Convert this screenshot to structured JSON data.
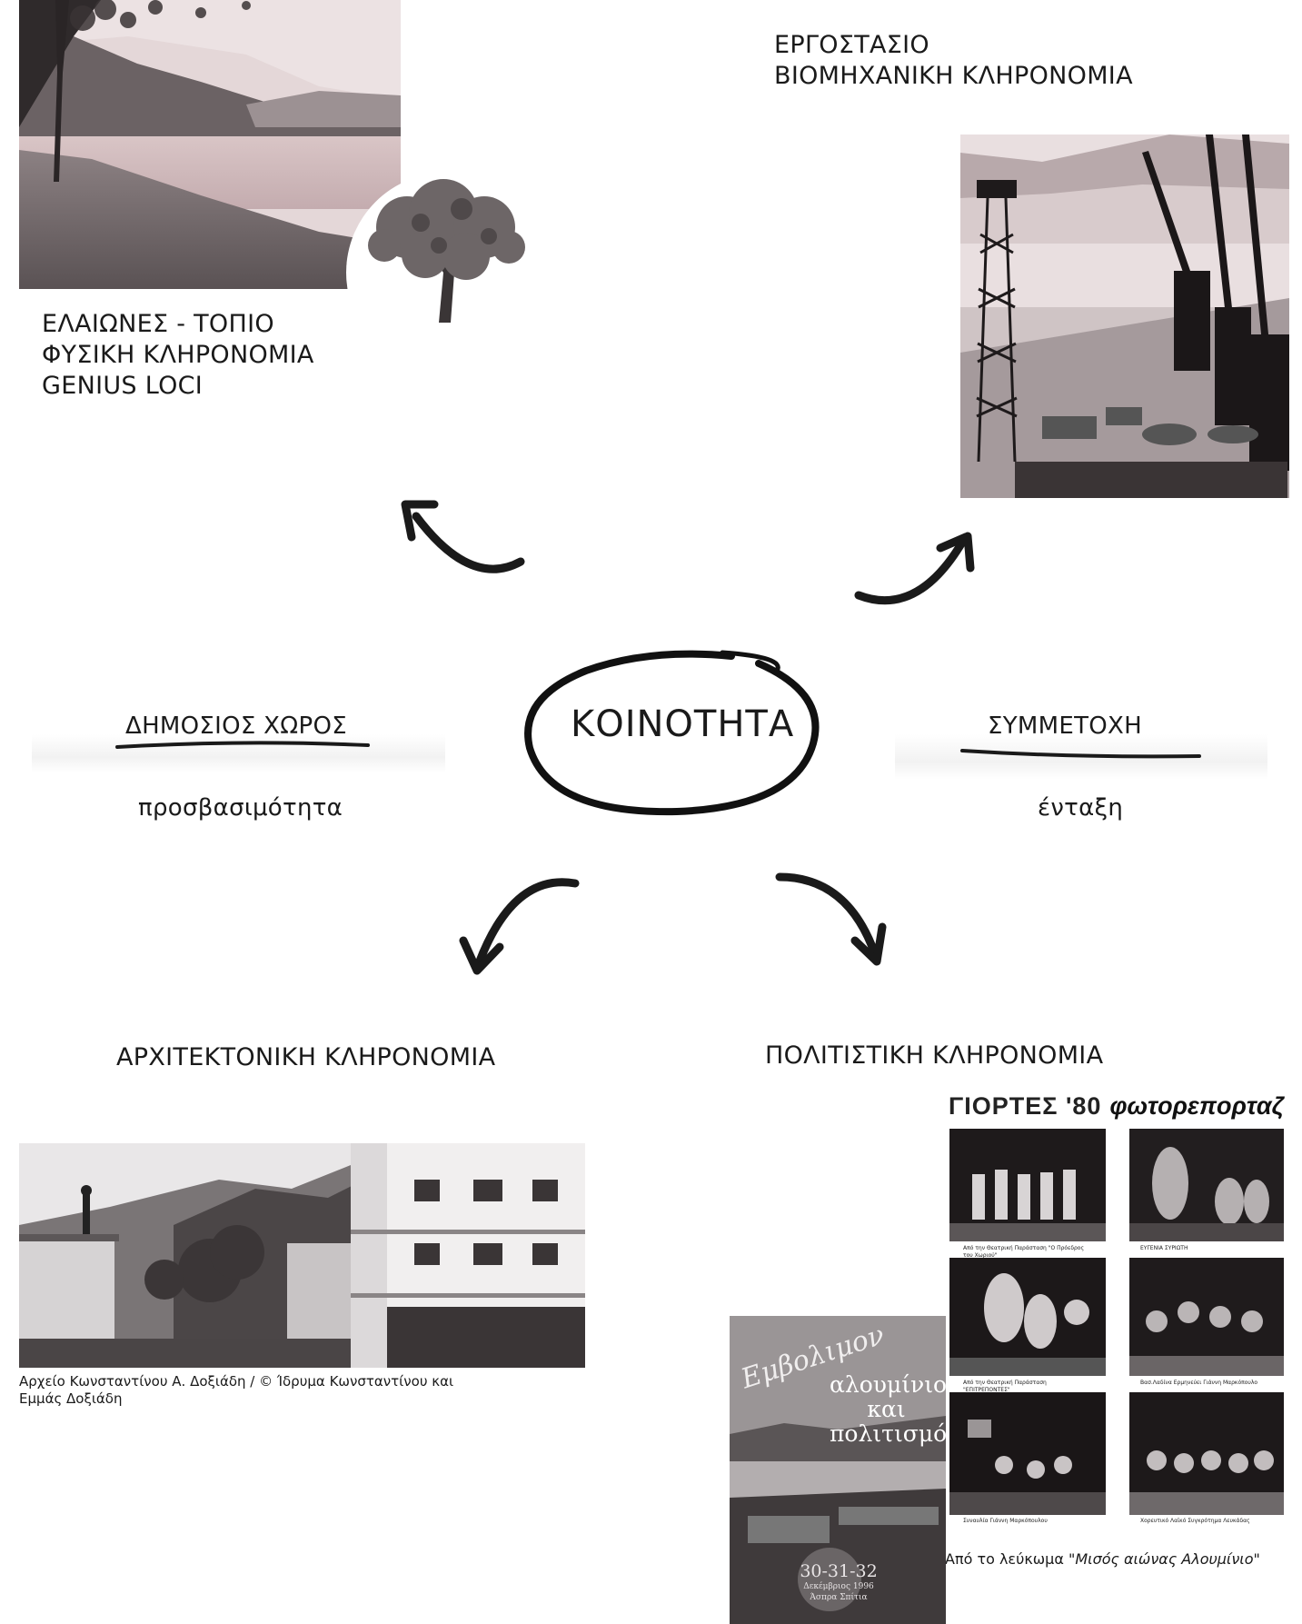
{
  "center": {
    "title": "ΚΟΙΝΟΤΗΤΑ"
  },
  "nodes": {
    "top_left": {
      "lines": [
        "ΕΛΑΙΩΝΕΣ - ΤΟΠΙΟ",
        "ΦΥΣΙΚΗ ΚΛΗΡΟΝΟΜΙΑ",
        "GENIUS LOCI"
      ]
    },
    "top_right": {
      "lines": [
        "ΕΡΓΟΣΤΑΣΙΟ",
        "ΒΙΟΜΗΧΑΝΙΚΗ ΚΛΗΡΟΝΟΜΙΑ"
      ]
    },
    "bottom_left": {
      "title": "ΑΡΧΙΤΕΚΤΟΝΙΚΗ ΚΛΗΡΟΝΟΜΙΑ",
      "caption_lines": [
        "Αρχείο Κωνσταντίνου Α. Δοξιάδη / © Ίδρυμα Κωνσταντίνου και",
        "Εμμάς Δοξιάδη"
      ]
    },
    "bottom_right": {
      "title": "ΠΟΛΙΤΙΣΤΙΚΗ ΚΛΗΡΟΝΟΜΙΑ",
      "caption_prefix": "Από το λεύκωμα ",
      "caption_italic": "\"Μισός αιώνας Αλουμίνιο\""
    }
  },
  "side_labels": {
    "left": {
      "title": "ΔΗΜΟΣΙΟΣ ΧΩΡΟΣ",
      "subtitle": "προσβασιμότητα"
    },
    "right": {
      "title": "ΣΥΜΜΕΤΟΧΗ",
      "subtitle": "ένταξη"
    }
  },
  "magazine": {
    "header_left": "ΓΙΟΡΤΕΣ '80",
    "header_right": "φωτορεπορταζ",
    "photo_captions": [
      "Από την Θεατρική Παράσταση \"Ο Πρόεδρος του Χωριού\"",
      "ΕΥΓΕΝΙΑ ΣΥΡΙΩΤΗ",
      "Από την Θεατρική Παράσταση \"ΕΠΙΤΡΕΠΟΝΤΕΣ\"",
      "Βασ.Λαδίνα Ερμηνεύει Γιάννη Μαρκόπουλο",
      "Συναυλία Γιάννη Μαρκόπουλου",
      "Χορευτικό Λαϊκό Συγκρότημα Λευκάδας"
    ]
  },
  "book": {
    "script_title": "Εμβολιμον",
    "title_lines": [
      "αλουμίνιο",
      "και",
      "πολιτισμός"
    ],
    "footer_lines": [
      "30-31-32",
      "Δεκέμβριος 1996",
      "Άσπρα Σπίτια"
    ]
  }
}
